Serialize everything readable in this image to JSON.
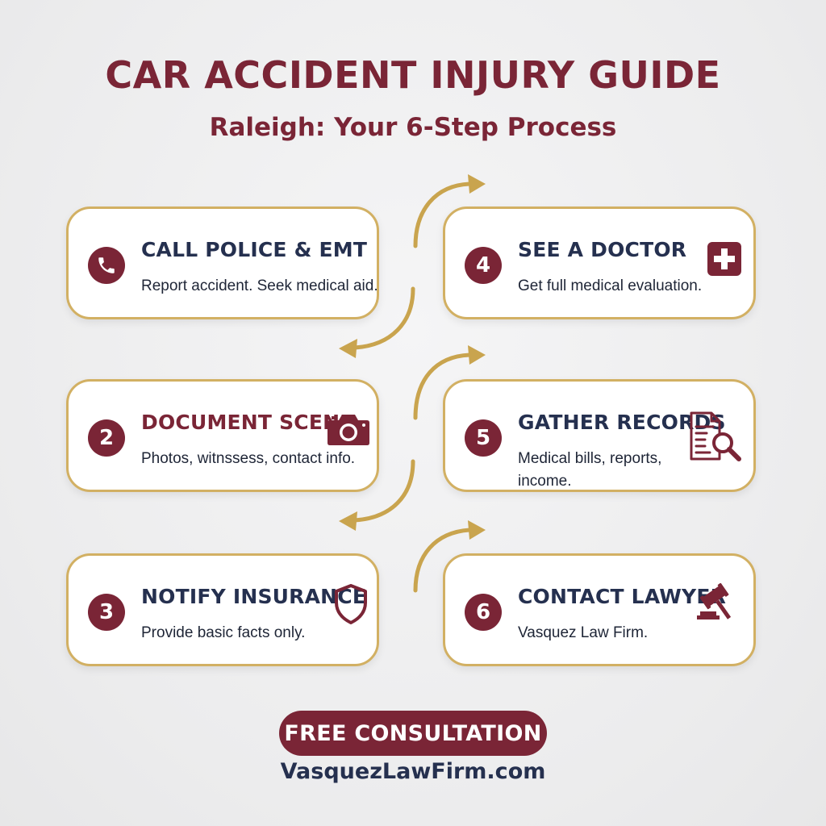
{
  "header": {
    "title": "CAR ACCIDENT INJURY GUIDE",
    "subtitle": "Raleigh: Your 6-Step Process"
  },
  "steps": [
    {
      "num": "",
      "title": "CALL POLICE & EMT",
      "desc": "Report accident. Seek medical aid.",
      "icon": "phone-icon"
    },
    {
      "num": "2",
      "title": "DOCUMENT SCENE",
      "desc": "Photos, witnssess, contact info.",
      "icon": "camera-icon"
    },
    {
      "num": "3",
      "title": "NOTIFY INSURANCE",
      "desc": "Provide basic facts only.",
      "icon": "shield-icon"
    },
    {
      "num": "4",
      "title": "SEE A DOCTOR",
      "desc": "Get full medical evaluation.",
      "icon": "medical-cross-icon"
    },
    {
      "num": "5",
      "title": "GATHER RECORDS",
      "desc": "Medical bills, reports, income.",
      "icon": "document-search-icon"
    },
    {
      "num": "6",
      "title": "CONTACT LAWYER",
      "desc": "Vasquez Law Firm.",
      "icon": "gavel-icon"
    }
  ],
  "footer": {
    "cta_label": "FREE CONSULTATION",
    "website": "VasquezLawFirm.com"
  },
  "colors": {
    "maroon": "#7a2536",
    "gold": "#d2b063",
    "navy": "#25304f",
    "background": "#ececed"
  }
}
